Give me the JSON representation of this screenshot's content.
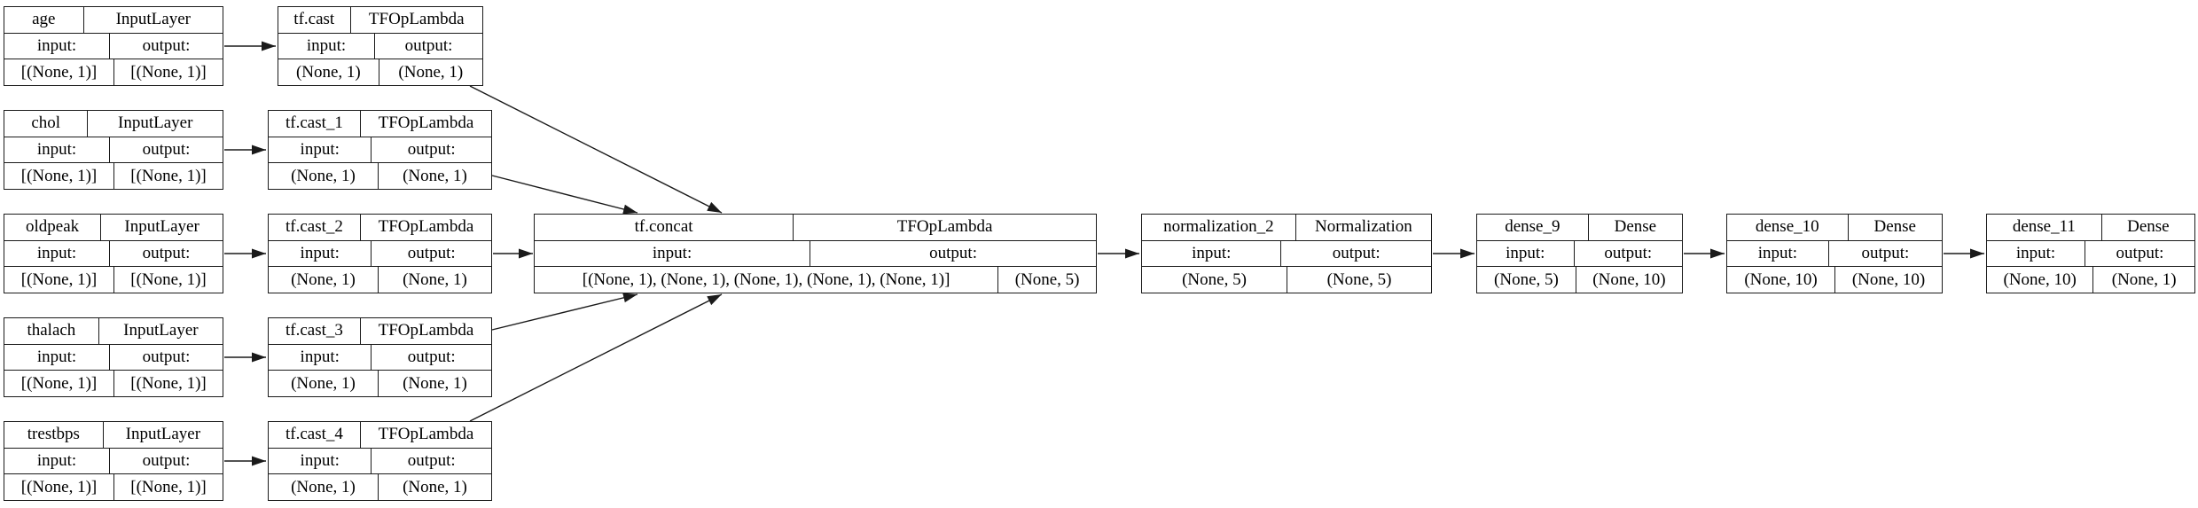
{
  "diagram_title": "keras-model-architecture-plot",
  "colors": {
    "background": "#ffffff",
    "node_border": "#1a1a1a",
    "edge": "#1a1a1a",
    "text": "#000000"
  },
  "nodes": [
    {
      "name": "age",
      "type": "InputLayer",
      "input_label": "input:",
      "output_label": "output:",
      "input_shape": "[(None, 1)]",
      "output_shape": "[(None, 1)]"
    },
    {
      "name": "chol",
      "type": "InputLayer",
      "input_label": "input:",
      "output_label": "output:",
      "input_shape": "[(None, 1)]",
      "output_shape": "[(None, 1)]"
    },
    {
      "name": "oldpeak",
      "type": "InputLayer",
      "input_label": "input:",
      "output_label": "output:",
      "input_shape": "[(None, 1)]",
      "output_shape": "[(None, 1)]"
    },
    {
      "name": "thalach",
      "type": "InputLayer",
      "input_label": "input:",
      "output_label": "output:",
      "input_shape": "[(None, 1)]",
      "output_shape": "[(None, 1)]"
    },
    {
      "name": "trestbps",
      "type": "InputLayer",
      "input_label": "input:",
      "output_label": "output:",
      "input_shape": "[(None, 1)]",
      "output_shape": "[(None, 1)]"
    },
    {
      "name": "tf.cast",
      "type": "TFOpLambda",
      "input_label": "input:",
      "output_label": "output:",
      "input_shape": "(None, 1)",
      "output_shape": "(None, 1)"
    },
    {
      "name": "tf.cast_1",
      "type": "TFOpLambda",
      "input_label": "input:",
      "output_label": "output:",
      "input_shape": "(None, 1)",
      "output_shape": "(None, 1)"
    },
    {
      "name": "tf.cast_2",
      "type": "TFOpLambda",
      "input_label": "input:",
      "output_label": "output:",
      "input_shape": "(None, 1)",
      "output_shape": "(None, 1)"
    },
    {
      "name": "tf.cast_3",
      "type": "TFOpLambda",
      "input_label": "input:",
      "output_label": "output:",
      "input_shape": "(None, 1)",
      "output_shape": "(None, 1)"
    },
    {
      "name": "tf.cast_4",
      "type": "TFOpLambda",
      "input_label": "input:",
      "output_label": "output:",
      "input_shape": "(None, 1)",
      "output_shape": "(None, 1)"
    },
    {
      "name": "tf.concat",
      "type": "TFOpLambda",
      "input_label": "input:",
      "output_label": "output:",
      "input_shape": "[(None, 1), (None, 1), (None, 1), (None, 1), (None, 1)]",
      "output_shape": "(None, 5)"
    },
    {
      "name": "normalization_2",
      "type": "Normalization",
      "input_label": "input:",
      "output_label": "output:",
      "input_shape": "(None, 5)",
      "output_shape": "(None, 5)"
    },
    {
      "name": "dense_9",
      "type": "Dense",
      "input_label": "input:",
      "output_label": "output:",
      "input_shape": "(None, 5)",
      "output_shape": "(None, 10)"
    },
    {
      "name": "dense_10",
      "type": "Dense",
      "input_label": "input:",
      "output_label": "output:",
      "input_shape": "(None, 10)",
      "output_shape": "(None, 10)"
    },
    {
      "name": "dense_11",
      "type": "Dense",
      "input_label": "input:",
      "output_label": "output:",
      "input_shape": "(None, 10)",
      "output_shape": "(None, 1)"
    }
  ],
  "edges": [
    {
      "from": "age",
      "to": "tf.cast"
    },
    {
      "from": "chol",
      "to": "tf.cast_1"
    },
    {
      "from": "oldpeak",
      "to": "tf.cast_2"
    },
    {
      "from": "thalach",
      "to": "tf.cast_3"
    },
    {
      "from": "trestbps",
      "to": "tf.cast_4"
    },
    {
      "from": "tf.cast",
      "to": "tf.concat"
    },
    {
      "from": "tf.cast_1",
      "to": "tf.concat"
    },
    {
      "from": "tf.cast_2",
      "to": "tf.concat"
    },
    {
      "from": "tf.cast_3",
      "to": "tf.concat"
    },
    {
      "from": "tf.cast_4",
      "to": "tf.concat"
    },
    {
      "from": "tf.concat",
      "to": "normalization_2"
    },
    {
      "from": "normalization_2",
      "to": "dense_9"
    },
    {
      "from": "dense_9",
      "to": "dense_10"
    },
    {
      "from": "dense_10",
      "to": "dense_11"
    }
  ]
}
